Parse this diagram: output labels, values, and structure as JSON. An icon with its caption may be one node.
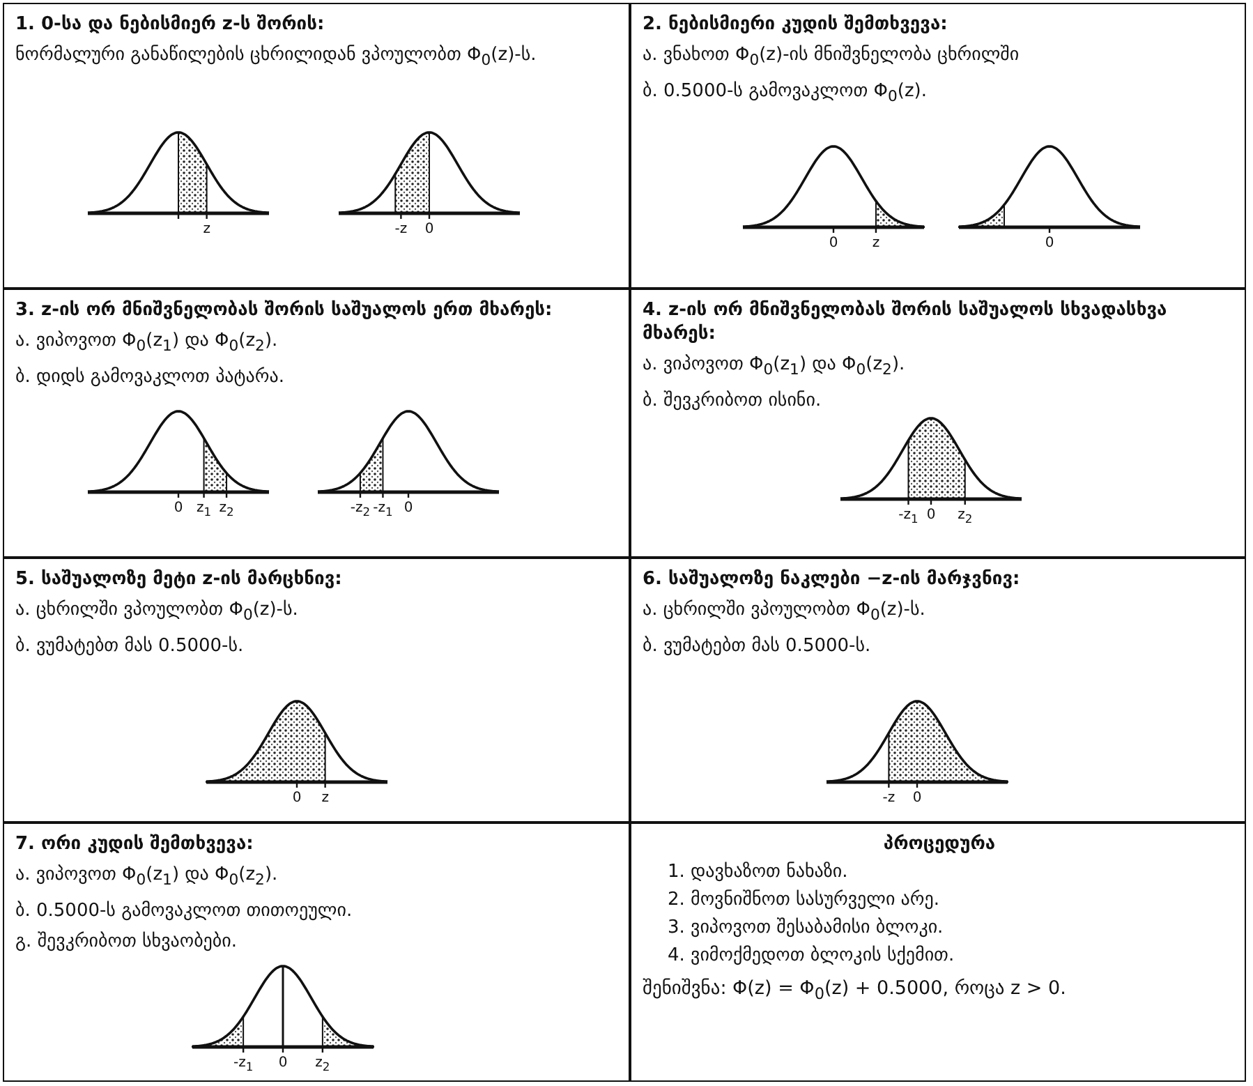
{
  "diagram": {
    "nodes": [
      {
        "text": [
          "1. 0-სა და ნებისმიერ z-ს შორის:",
          "ნორმალური განაწილების ცხრილიდან ვპოულობთ Φ$_{0}$(z)-ს."
        ]
      },
      {
        "text": [
          "2. ნებისმიერი კუდის შემთხვევა:",
          "ა. ვნახოთ Φ$_{0}$(z)-ის მნიშვნელობა ცხრილში",
          "ბ. 0.5000-ს გამოვაკლოთ Φ$_{0}$(z)."
        ]
      },
      {
        "text": [
          "3. z-ის ორ მნიშვნელობას შორის საშუალოს ერთ მხარეს:",
          "ა. ვიპოვოთ Φ$_{0}$(z$_{1}$) და Φ$_{0}$(z$_{2}$).",
          "ბ. დიდს გამოვაკლოთ პატარა."
        ]
      },
      {
        "text": [
          "4. z-ის ორ მნიშვნელობას შორის საშუალოს სხვადასხვა მხარეს:",
          "ა. ვიპოვოთ Φ$_{0}$(z$_{1}$) და Φ$_{0}$(z$_{2}$).",
          "ბ. შევკრიბოთ ისინი."
        ]
      },
      {
        "text": [
          "5. საშუალოზე მეტი z-ის მარცხნივ:",
          "ა. ცხრილში ვპოულობთ Φ$_{0}$(z)-ს.",
          "ბ. ვუმატებთ მას 0.5000-ს."
        ]
      },
      {
        "text": [
          "6. საშუალოზე ნაკლები −z-ის მარჯვნივ:",
          "ა. ცხრილში ვპოულობთ Φ$_{0}$(z)-ს.",
          "ბ. ვუმატებთ მას 0.5000-ს."
        ]
      },
      {
        "text": [
          "7. ორი კუდის შემთხვევა:",
          "ა. ვიპოვოთ Φ$_{0}$(z$_{1}$) და Φ$_{0}$(z$_{2}$).",
          "ბ. 0.5000-ს გამოვაკლოთ თითოეული.",
          "გ. შევკრიბოთ სხვაობები."
        ]
      },
      {
        "text": [
          "პროცედურა",
          "1. დავხაზოთ ნახაზი.",
          "2. მოვნიშნოთ სასურველი არე.",
          "3. ვიპოვოთ შესაბამისი ბლოკი.",
          "4. ვიმოქმედოთ ბლოკის სქემით.",
          "შენიშვნა: Φ(z) = Φ$_{0}$(z) + 0.5000, როცა z > 0."
        ]
      }
    ],
    "labels": [
      "z",
      "-z",
      "0",
      "0",
      "z",
      "0",
      "0",
      "z$_{1}$",
      "z$_{2}$",
      "-z$_{2}$",
      "-z$_{1}$",
      "0",
      "-z$_{1}$",
      "0",
      "z$_{2}$",
      "0",
      "z",
      "-z",
      "0",
      "-z$_{1}$",
      "0",
      "z$_{2}$"
    ]
  }
}
